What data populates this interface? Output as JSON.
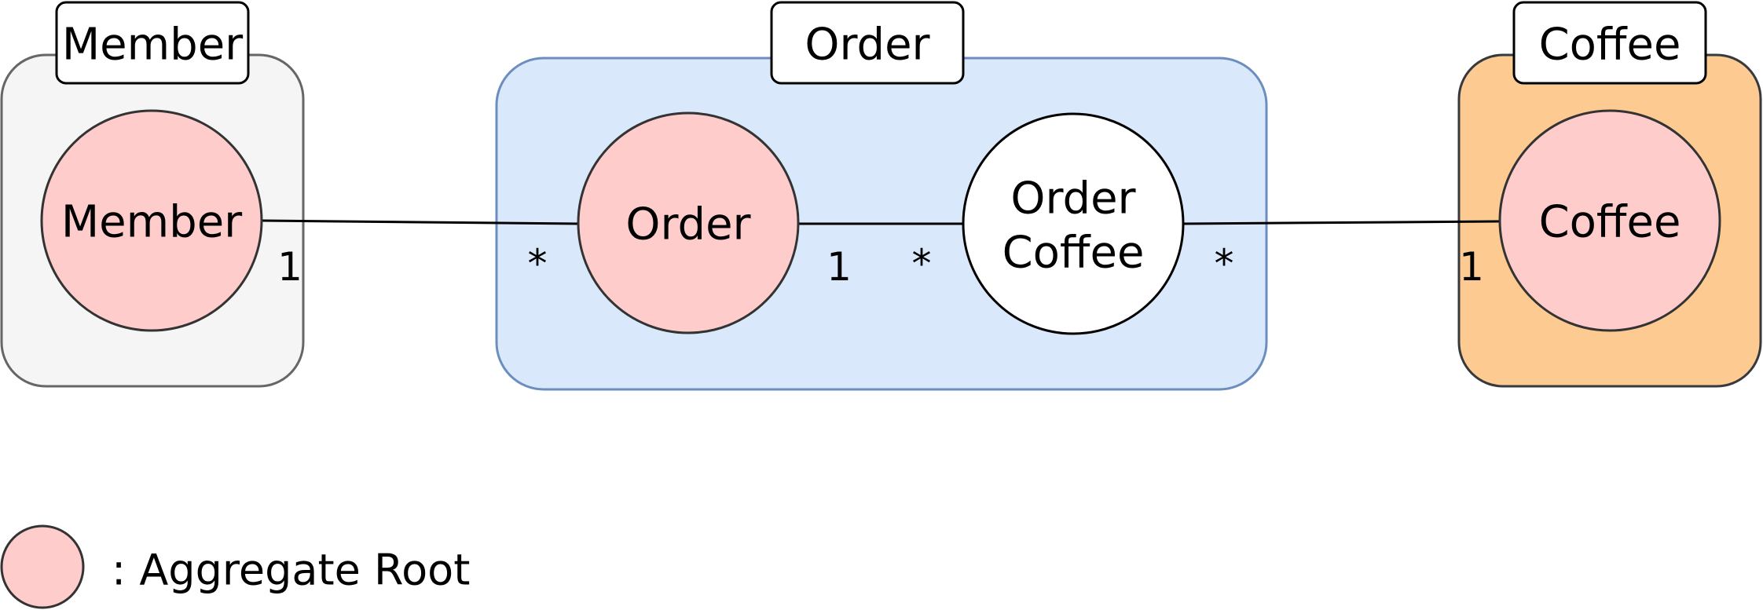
{
  "contexts": {
    "member": {
      "label": "Member",
      "fill": "#f5f5f5",
      "stroke": "#666666"
    },
    "order": {
      "label": "Order",
      "fill": "#dae8fc",
      "stroke": "#6c8ebf"
    },
    "coffee": {
      "label": "Coffee",
      "fill": "#fdcb92",
      "stroke": "#36393d"
    }
  },
  "nodes": {
    "member": {
      "label": "Member",
      "fill": "#ffcccc"
    },
    "order": {
      "label": "Order",
      "fill": "#ffcccc"
    },
    "order_coffee": {
      "label_line1": "Order",
      "label_line2": "Coffee",
      "fill": "#ffffff"
    },
    "coffee": {
      "label": "Coffee",
      "fill": "#ffcccc"
    }
  },
  "multiplicities": {
    "member_side": "1",
    "order_member_side": "*",
    "order_side": "1",
    "order_coffee_order_side": "*",
    "order_coffee_coffee_side": "*",
    "coffee_side": "1"
  },
  "legend": {
    "label": ": Aggregate Root",
    "fill": "#ffcccc"
  }
}
